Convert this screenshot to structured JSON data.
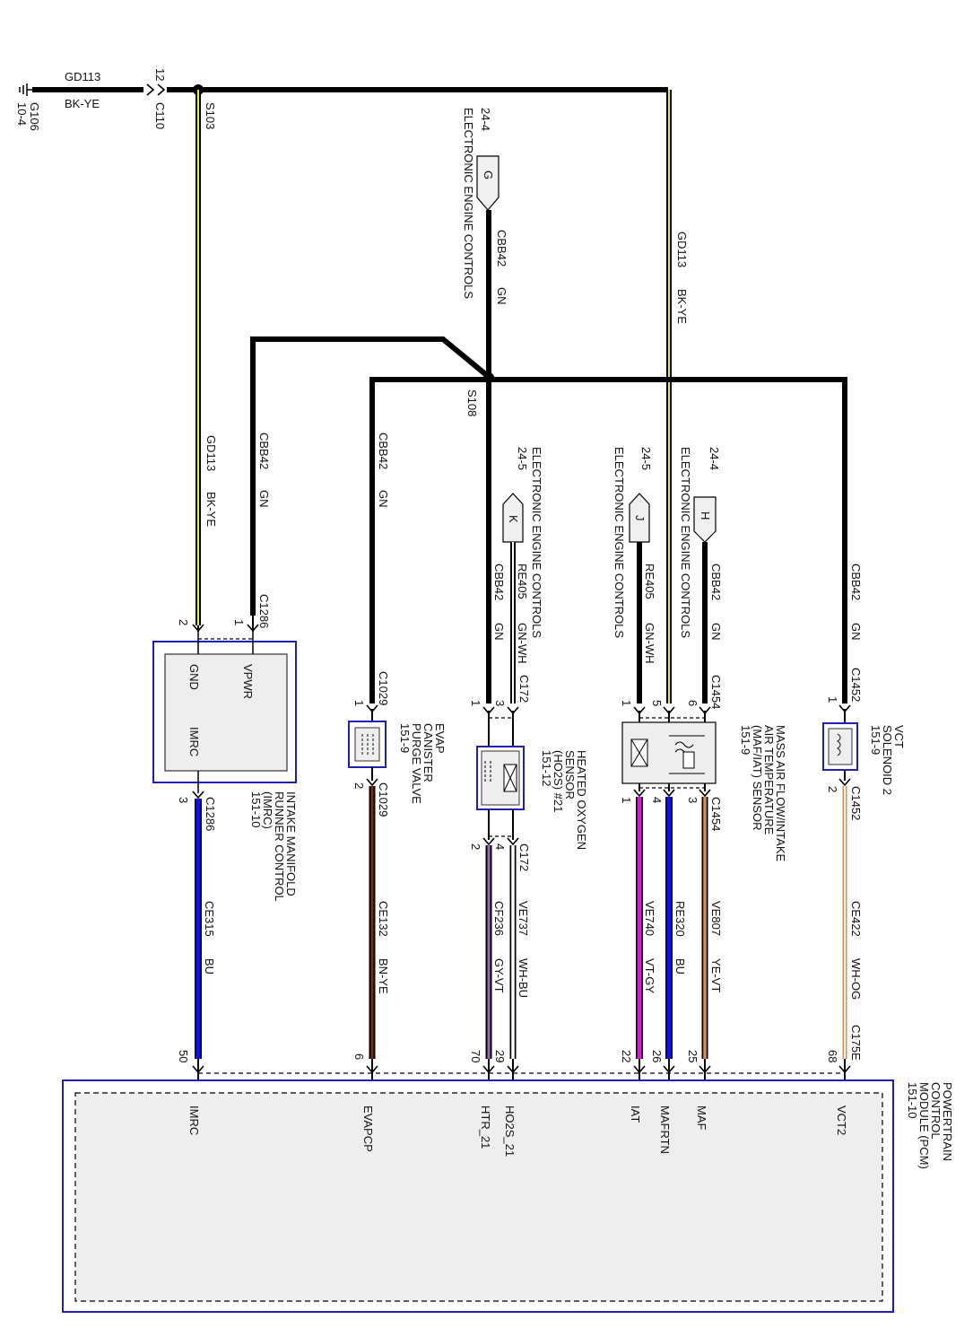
{
  "ground": {
    "id": "G106",
    "ref": "10-4"
  },
  "c110": {
    "connector": "C110",
    "pin": "12"
  },
  "s103": "S103",
  "s108": "S108",
  "top_wire": {
    "circuit": "GD113",
    "color": "BK-YE"
  },
  "refs": {
    "ref_g": {
      "page": "24-4",
      "title": "ELECTRONIC ENGINE CONTROLS",
      "tag": "G"
    },
    "ref_k": {
      "page": "24-5",
      "title": "ELECTRONIC ENGINE CONTROLS",
      "tag": "K"
    },
    "ref_j": {
      "page": "24-5",
      "title": "ELECTRONIC ENGINE CONTROLS",
      "tag": "J"
    },
    "ref_h": {
      "page": "24-4",
      "title": "ELECTRONIC ENGINE CONTROLS",
      "tag": "H"
    }
  },
  "wires": {
    "cbb42_g": {
      "circuit": "CBB42",
      "color": "GN"
    },
    "gd113_vert": {
      "circuit": "GD113",
      "color": "BK-YE"
    },
    "gd113_imrc": {
      "circuit": "GD113",
      "color": "BK-YE"
    },
    "cbb42_imrc": {
      "circuit": "CBB42",
      "color": "GN"
    },
    "cbb42_evap": {
      "circuit": "CBB42",
      "color": "GN"
    },
    "cbb42_ho2s": {
      "circuit": "CBB42",
      "color": "GN"
    },
    "re405_ho2s": {
      "circuit": "RE405",
      "color": "GN-WH"
    },
    "re405_maf": {
      "circuit": "RE405",
      "color": "GN-WH"
    },
    "cbb42_maf": {
      "circuit": "CBB42",
      "color": "GN"
    },
    "cbb42_vct": {
      "circuit": "CBB42",
      "color": "GN"
    },
    "ce315": {
      "circuit": "CE315",
      "color": "BU"
    },
    "ce132": {
      "circuit": "CE132",
      "color": "BN-YE"
    },
    "cf236": {
      "circuit": "CF236",
      "color": "GY-VT"
    },
    "ve737": {
      "circuit": "VE737",
      "color": "WH-BU"
    },
    "ve740": {
      "circuit": "VE740",
      "color": "VT-GY"
    },
    "re320": {
      "circuit": "RE320",
      "color": "BU"
    },
    "ve807": {
      "circuit": "VE807",
      "color": "YE-VT"
    },
    "ce422": {
      "circuit": "CE422",
      "color": "WH-OG"
    }
  },
  "components": {
    "imrc": {
      "lines": [
        "INTAKE MANIFOLD",
        "RUNNER CONTROL",
        "(IMRC)",
        "151-10"
      ],
      "connector": "C1286",
      "pin_vpwr": "VPWR",
      "pin_gnd": "GND",
      "pin_imrc": "IMRC",
      "pin1": "1",
      "pin2": "2",
      "pin3": "3"
    },
    "evap": {
      "lines": [
        "EVAP",
        "CANISTER",
        "PURGE VALVE",
        "151-9"
      ],
      "connector": "C1029",
      "pin1": "1",
      "pin2": "2"
    },
    "ho2s": {
      "lines": [
        "HEATED OXYGEN",
        "SENSOR",
        "(HO2S) #21",
        "151-12"
      ],
      "connector": "C172",
      "pin1": "1",
      "pin2": "2",
      "pin3": "3",
      "pin4": "4"
    },
    "maf": {
      "lines": [
        "MASS AIR FLOW/INTAKE",
        "AIR TEMPERATURE",
        "(MAF/IAT) SENSOR",
        "151-9"
      ],
      "connector": "C1454",
      "pin1": "1",
      "pin3": "3",
      "pin4": "4",
      "pin5": "5",
      "pin6": "6"
    },
    "vct": {
      "lines": [
        "VCT",
        "SOLENOID 2",
        "151-9"
      ],
      "connector": "C1452",
      "pin1": "1",
      "pin2": "2"
    }
  },
  "pcm": {
    "lines": [
      "POWERTRAIN",
      "CONTROL",
      "MODULE (PCM)",
      "151-10"
    ],
    "connector": "C175E",
    "pins": {
      "imrc": "50",
      "evapcp": "6",
      "htr21": "70",
      "ho2s21": "29",
      "iat": "22",
      "mafrtn": "26",
      "maf": "25",
      "vct2": "68"
    },
    "signals": {
      "imrc": "IMRC",
      "evapcp": "EVAPCP",
      "htr21": "HTR_21",
      "ho2s21": "HO2S_21",
      "iat": "IAT",
      "mafrtn": "MAFRTN",
      "maf": "MAF",
      "vct2": "VCT2"
    }
  },
  "colors": {
    "blue": "#1010ee",
    "purple": "#d020d0",
    "brown": "#7a2a10",
    "violet": "#7a2a8a",
    "orange": "#e08a4a",
    "yellow": "#f0f020",
    "box_blue": "#2020b0"
  }
}
